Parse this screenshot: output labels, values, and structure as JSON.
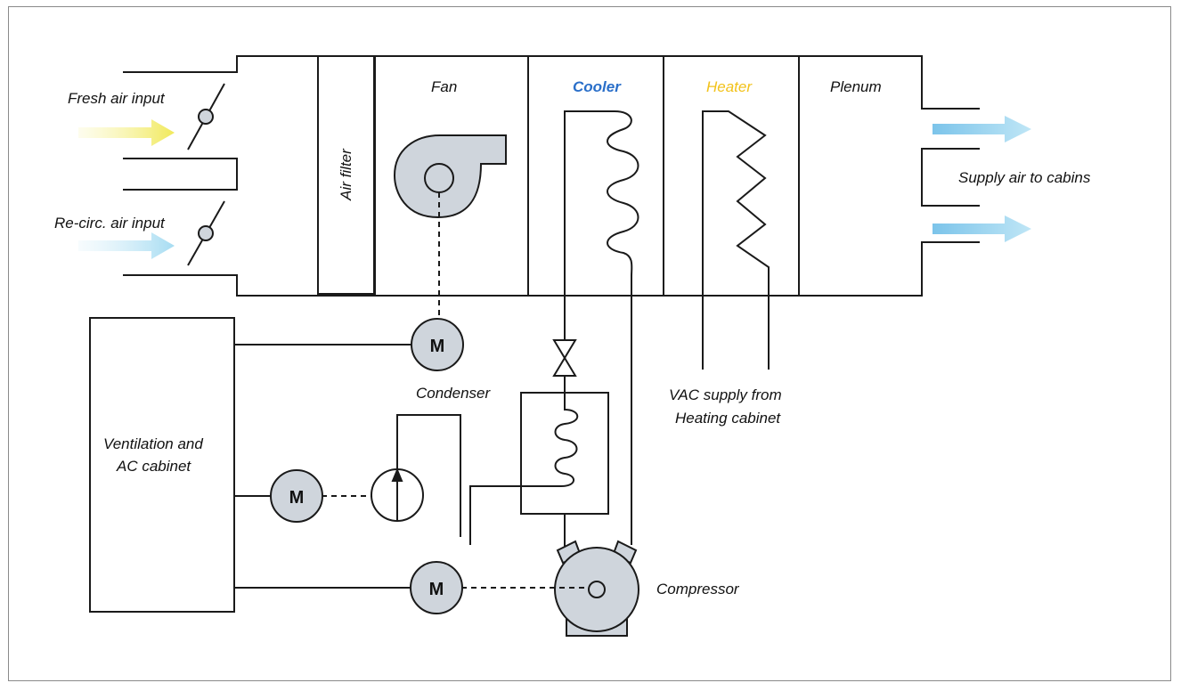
{
  "labels": {
    "fresh_air": "Fresh air input",
    "recirc_air": "Re-circ. air input",
    "air_filter": "Air filter",
    "fan": "Fan",
    "cooler": "Cooler",
    "heater": "Heater",
    "plenum": "Plenum",
    "supply_air": "Supply air to cabins",
    "condenser": "Condenser",
    "vac_supply_line1": "VAC supply from",
    "vac_supply_line2": "Heating cabinet",
    "cabinet_line1": "Ventilation and",
    "cabinet_line2": "AC cabinet",
    "compressor": "Compressor",
    "motor": "M"
  },
  "colors": {
    "line": "#1a1a1a",
    "component_fill": "#cfd5dc",
    "cooler_label": "#2a6fc9",
    "heater_label": "#f2c21a",
    "fresh_air_arrow": "#f3ef7a",
    "recirc_arrow": "#bfe4f3",
    "supply_arrow": "#8fd0ee"
  },
  "icons": [
    "damper-icon",
    "fan-icon",
    "motor-icon",
    "valve-icon",
    "pump-icon",
    "compressor-icon",
    "airflow-arrow-icon"
  ]
}
